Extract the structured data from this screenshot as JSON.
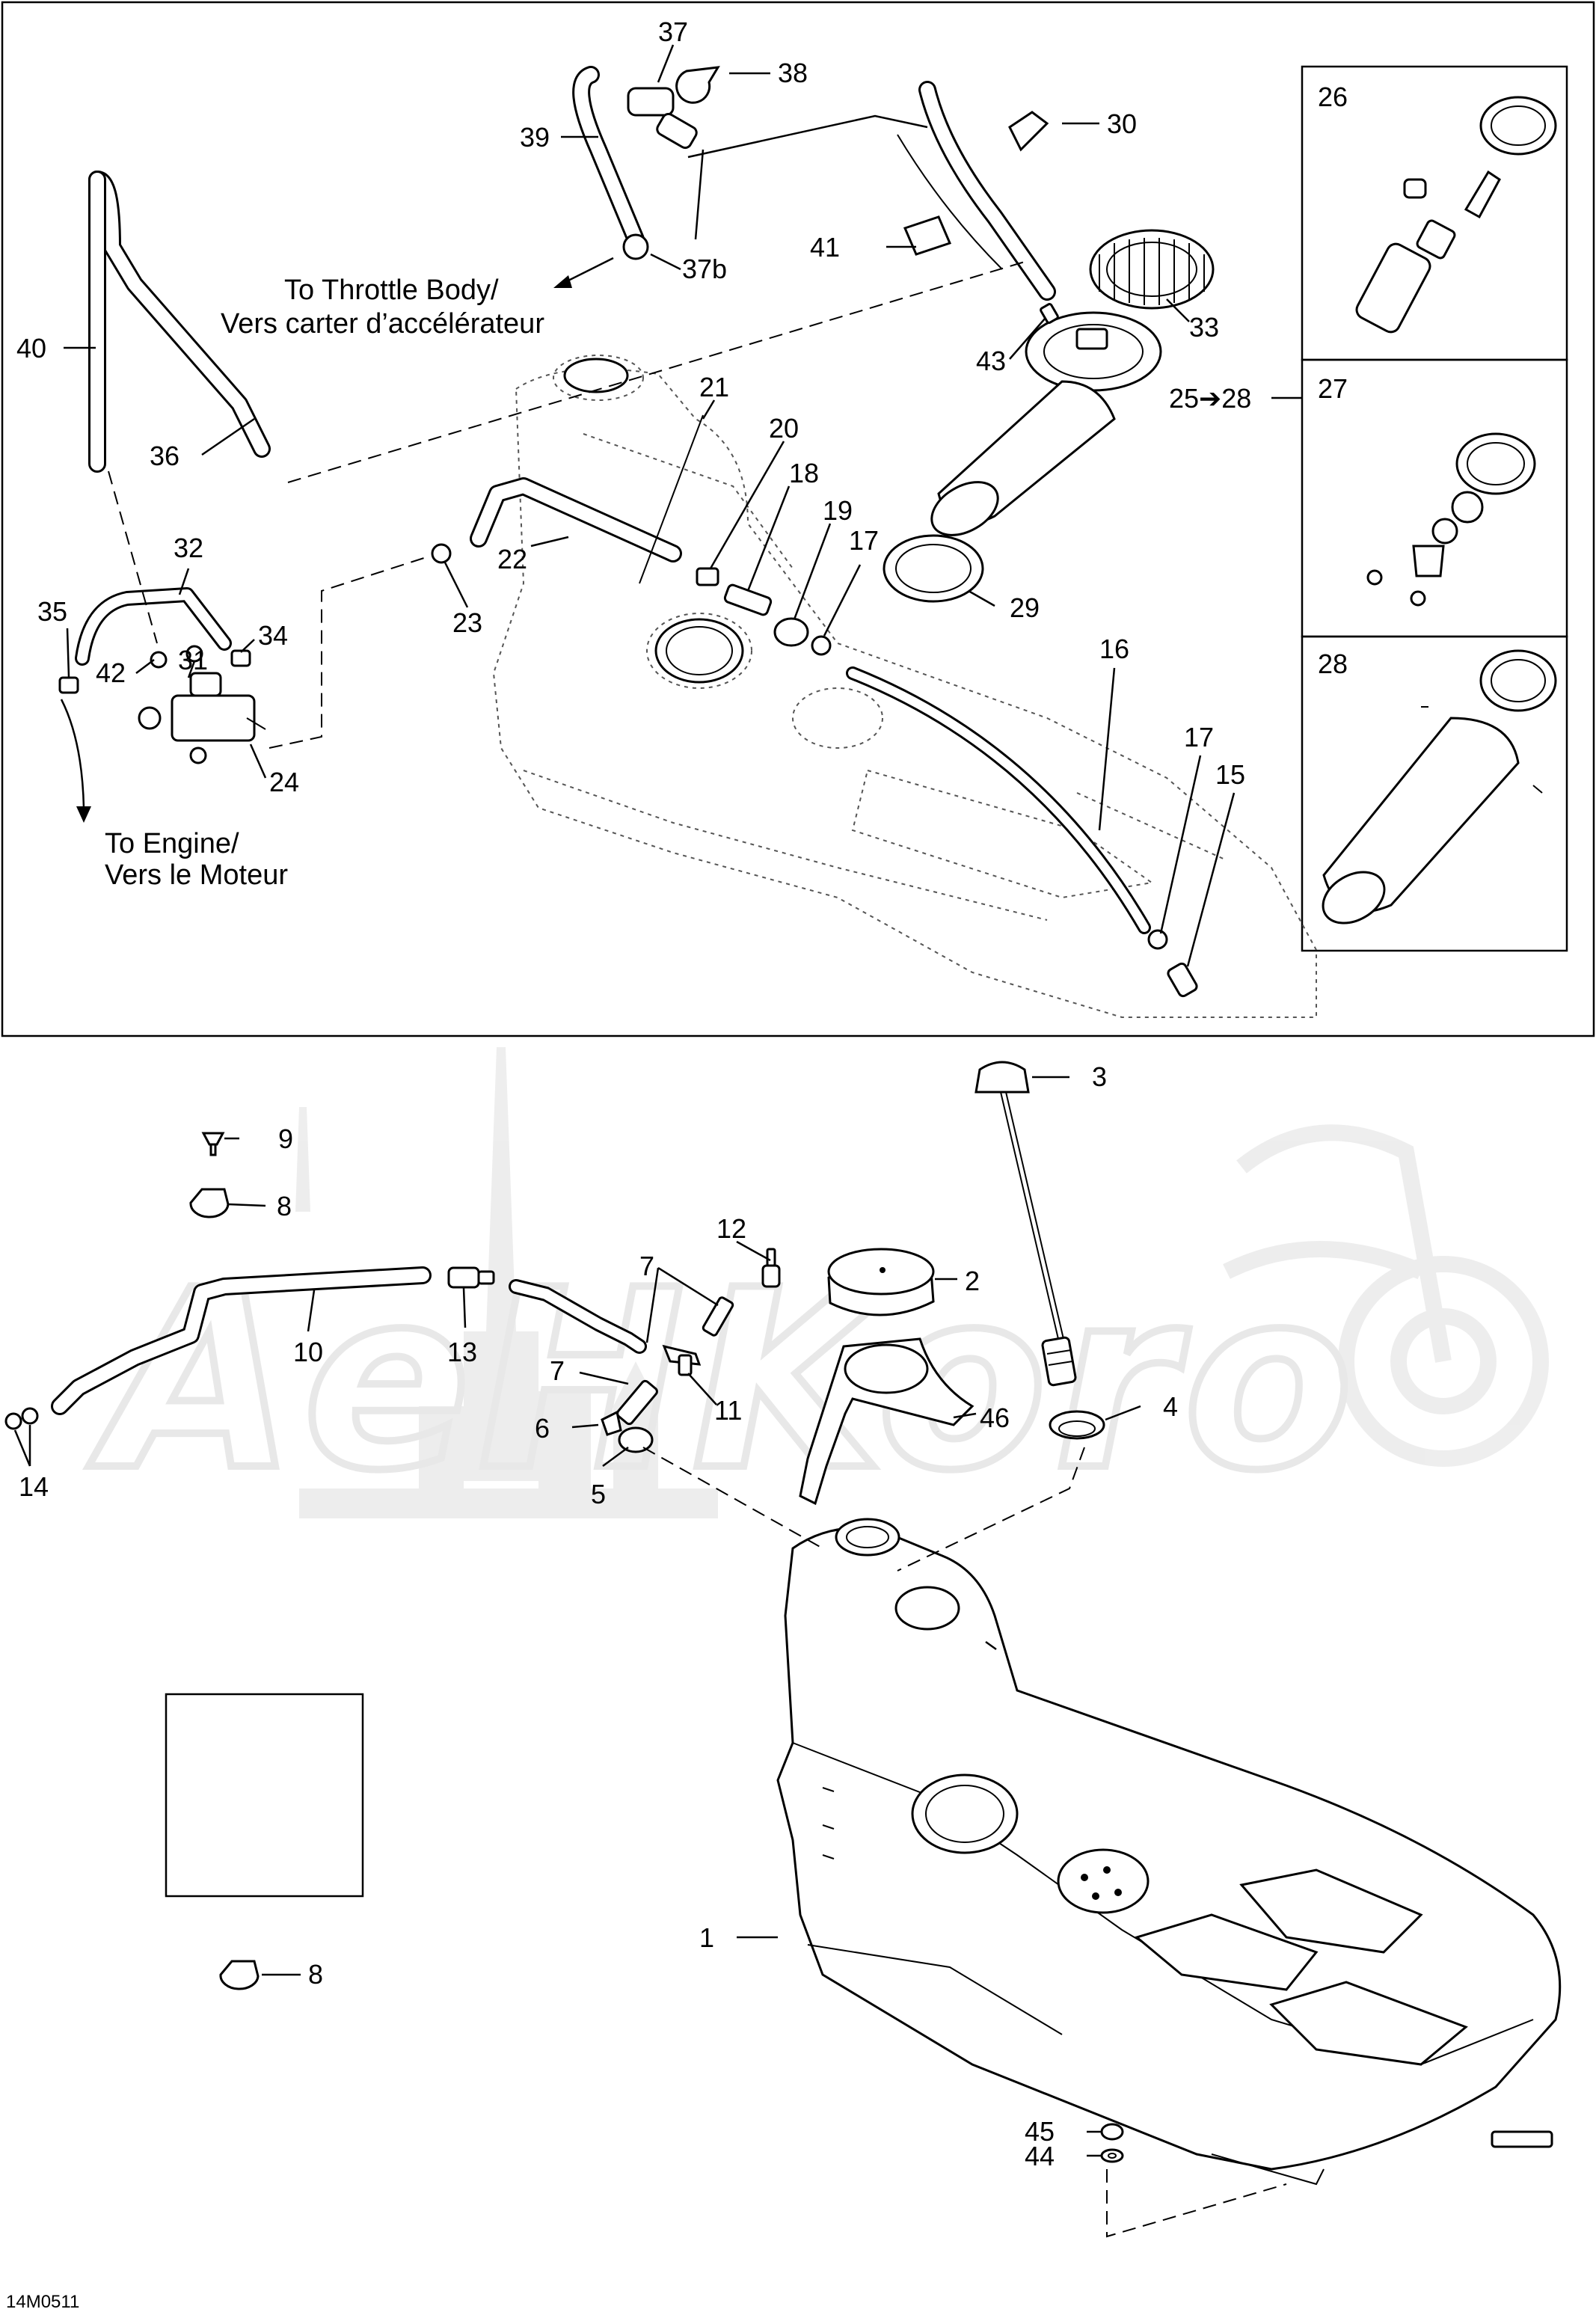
{
  "diagram_code": "14M0511",
  "watermark": "AeHKoro",
  "notes": {
    "to_throttle_line1": "To Throttle Body/",
    "to_throttle_line2": "Vers carter d’accélérateur",
    "to_engine_line1": "To Engine/",
    "to_engine_line2": "Vers le Moteur"
  },
  "inset_labels": {
    "a": "26",
    "b": "27",
    "c": "28",
    "d": "8"
  },
  "callouts": {
    "c37": "37",
    "c38": "38",
    "c39": "39",
    "c37b": "37b",
    "c30": "30",
    "c41": "41",
    "c33": "33",
    "c43": "43",
    "c25": "25➔28",
    "c40": "40",
    "c36": "36",
    "c21": "21",
    "c20": "20",
    "c18": "18",
    "c19": "19",
    "c17a": "17",
    "c22": "22",
    "c23": "23",
    "c29": "29",
    "c16": "16",
    "c32": "32",
    "c35": "35",
    "c34": "34",
    "c42": "42",
    "c31": "31",
    "c24": "24",
    "c17b": "17",
    "c15": "15",
    "c3": "3",
    "c9": "9",
    "c8": "8",
    "c12": "12",
    "c7a": "7",
    "c2": "2",
    "c10": "10",
    "c13": "13",
    "c7b": "7",
    "c11": "11",
    "c46": "46",
    "c4": "4",
    "c6": "6",
    "c5": "5",
    "c14": "14",
    "c1": "1",
    "c45": "45",
    "c44": "44"
  }
}
